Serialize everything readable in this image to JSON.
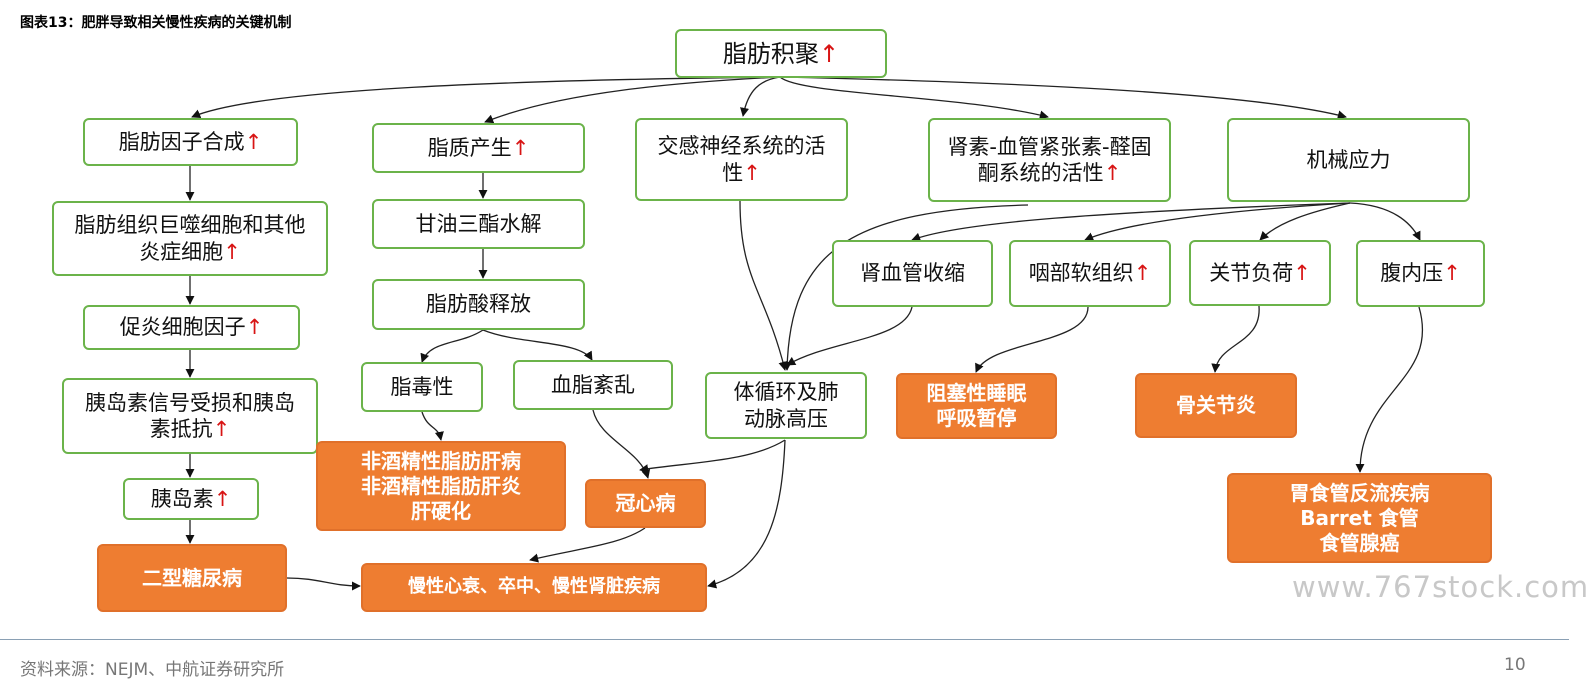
{
  "title": "图表13：肥胖导致相关慢性疾病的关键机制",
  "up_arrow": "↑",
  "nodes": {
    "fat_accum": {
      "text": "脂肪积聚",
      "up": true
    },
    "adipokine": {
      "text": "脂肪因子合成",
      "up": true
    },
    "lipid_prod": {
      "text": "脂质产生",
      "up": true
    },
    "sympathetic": {
      "text": "交感神经系统的活性",
      "up": true
    },
    "raas": {
      "text": "肾素-血管紧张素-醛固酮系统的活性",
      "up": true
    },
    "mech_stress": {
      "text": "机械应力",
      "up": false
    },
    "macrophage": {
      "text": "脂肪组织巨噬细胞和其他炎症细胞",
      "up": true
    },
    "cytokine": {
      "text": "促炎细胞因子",
      "up": true
    },
    "insulin_resist": {
      "text": "胰岛素信号受损和胰岛素抵抗",
      "up": true
    },
    "insulin": {
      "text": "胰岛素",
      "up": true
    },
    "tg_hydrolysis": {
      "text": "甘油三酯水解",
      "up": false
    },
    "ffa_release": {
      "text": "脂肪酸释放",
      "up": false
    },
    "lipotox": {
      "text": "脂毒性",
      "up": false
    },
    "dyslipidemia": {
      "text": "血脂紊乱",
      "up": false
    },
    "renal_vaso": {
      "text": "肾血管收缩",
      "up": false
    },
    "pharyngeal": {
      "text": "咽部软组织",
      "up": true
    },
    "joint_load": {
      "text": "关节负荷",
      "up": true
    },
    "abdominal": {
      "text": "腹内压",
      "up": true
    },
    "hypertension": {
      "text": "体循环及肺动脉高压",
      "up": false
    },
    "nafld": {
      "text": "非酒精性脂肪肝病\n非酒精性脂肪肝炎\n肝硬化",
      "up": false
    },
    "chd": {
      "text": "冠心病",
      "up": false
    },
    "osa": {
      "text": "阻塞性睡眠\n呼吸暂停",
      "up": false
    },
    "oa": {
      "text": "骨关节炎",
      "up": false
    },
    "gerd": {
      "text": "胃食管反流疾病\nBarret 食管\n食管腺癌",
      "up": false
    },
    "t2d": {
      "text": "二型糖尿病",
      "up": false
    },
    "chronic": {
      "text": "慢性心衰、卒中、慢性肾脏疾病",
      "up": false
    }
  },
  "watermark": "www.767stock.com",
  "source": "资料来源：NEJM、中航证券研究所",
  "page_number": "10"
}
